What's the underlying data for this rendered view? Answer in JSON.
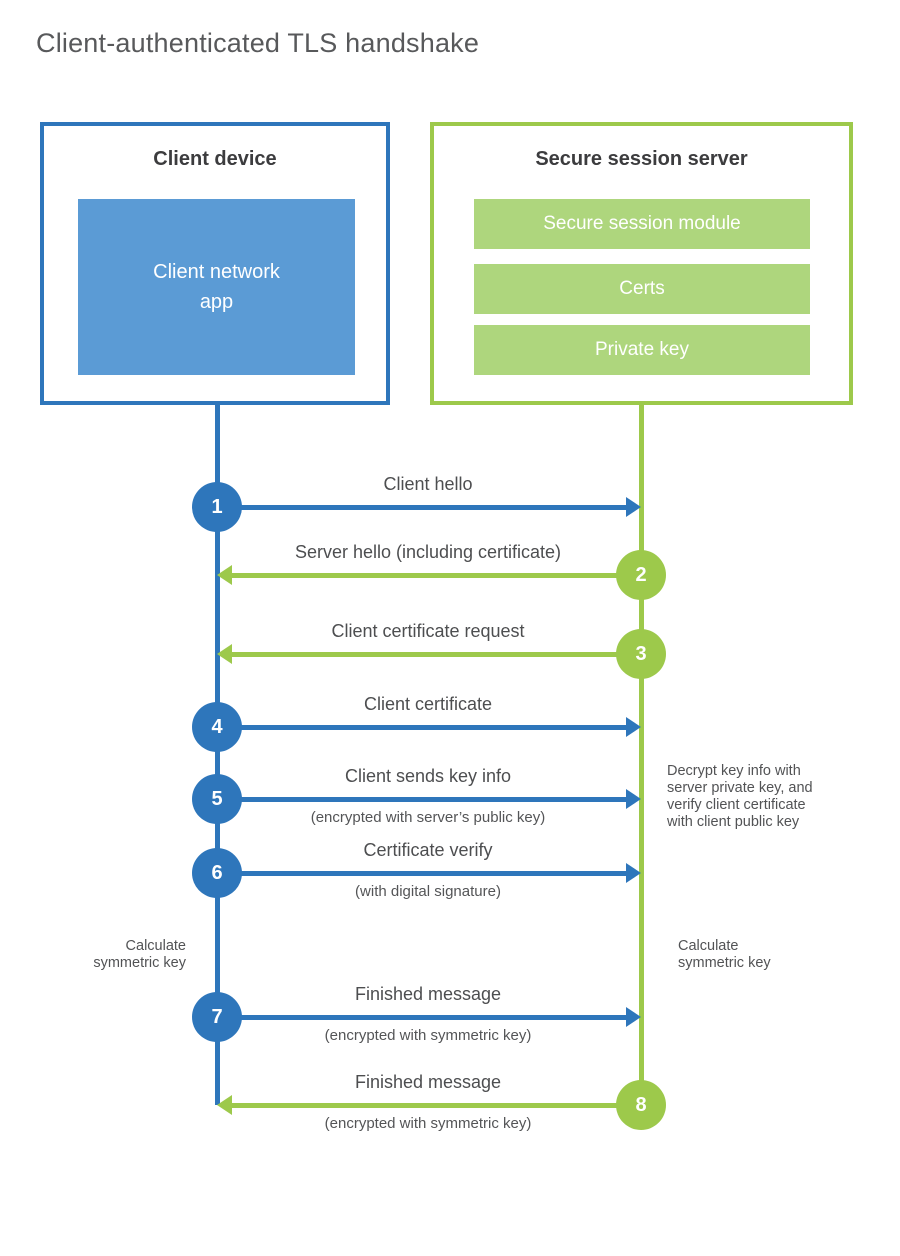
{
  "title": "Client-authenticated TLS handshake",
  "colors": {
    "blue": "#2e76bb",
    "blue_light": "#5b9bd5",
    "green": "#9dc94b",
    "green_light": "#aed67d"
  },
  "client": {
    "heading": "Client device",
    "app_lines": [
      "Client network",
      "app"
    ]
  },
  "server": {
    "heading": "Secure session server",
    "modules": [
      "Secure session module",
      "Certs",
      "Private key"
    ]
  },
  "messages": [
    {
      "number": "1",
      "label": "Client hello",
      "sublabel": "",
      "direction": "right",
      "color": "blue"
    },
    {
      "number": "2",
      "label": "Server hello (including certificate)",
      "sublabel": "",
      "direction": "left",
      "color": "green"
    },
    {
      "number": "3",
      "label": "Client certificate request",
      "sublabel": "",
      "direction": "left",
      "color": "green"
    },
    {
      "number": "4",
      "label": "Client certificate",
      "sublabel": "",
      "direction": "right",
      "color": "blue"
    },
    {
      "number": "5",
      "label": "Client sends key info",
      "sublabel": "(encrypted with server’s public key)",
      "direction": "right",
      "color": "blue"
    },
    {
      "number": "6",
      "label": "Certificate verify",
      "sublabel": "(with digital signature)",
      "direction": "right",
      "color": "blue"
    },
    {
      "number": "7",
      "label": "Finished message",
      "sublabel": "(encrypted with symmetric key)",
      "direction": "right",
      "color": "blue"
    },
    {
      "number": "8",
      "label": "Finished message",
      "sublabel": "(encrypted with symmetric key)",
      "direction": "left",
      "color": "green"
    }
  ],
  "annotations": {
    "decrypt_note": {
      "lines": [
        "Decrypt key info with",
        "server private key, and",
        "verify client certificate",
        "with client public key"
      ]
    },
    "calculate_left": {
      "lines": [
        "Calculate",
        "symmetric key"
      ]
    },
    "calculate_right": {
      "lines": [
        "Calculate",
        "symmetric key"
      ]
    }
  }
}
